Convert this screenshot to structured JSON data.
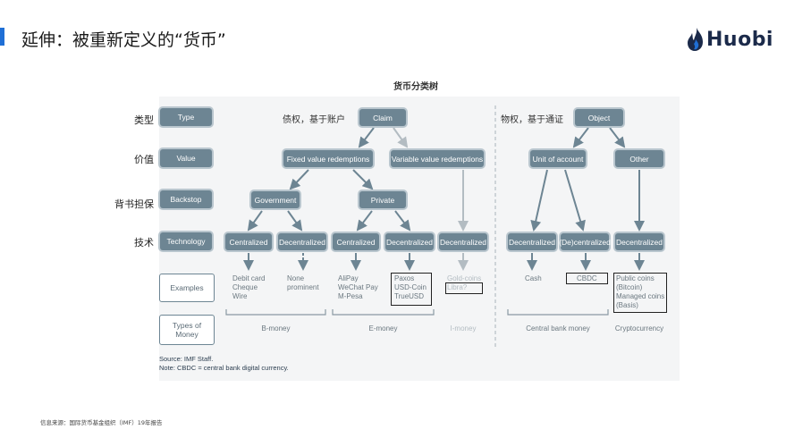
{
  "header": {
    "title": "延伸：被重新定义的“货币”",
    "logo_text": "Huobi"
  },
  "diagram": {
    "title": "货币分类树",
    "row_labels": [
      "类型",
      "价值",
      "背书担保",
      "技术"
    ],
    "annotations": {
      "claim_side": "债权，基于账户",
      "object_side": "物权，基于通证"
    },
    "left_column": {
      "type": "Type",
      "value": "Value",
      "backstop": "Backstop",
      "technology": "Technology",
      "examples": "Examples",
      "types_of_money": "Types of\nMoney"
    },
    "nodes": {
      "claim": "Claim",
      "object": "Object",
      "fixed_value": "Fixed value redemptions",
      "variable_value": "Variable value redemptions",
      "unit_of_account": "Unit of account",
      "other": "Other",
      "government": "Government",
      "private": "Private",
      "tech_1": "Centralized",
      "tech_2": "Decentralized",
      "tech_3": "Centralized",
      "tech_4": "Decentralized",
      "tech_5": "Decentralized",
      "tech_6": "Decentralized",
      "tech_7": "(De)centralized",
      "tech_8": "Decentralized"
    },
    "examples": {
      "ex_1": "Debit card\nCheque\nWire",
      "ex_2": "None\nprominent",
      "ex_3": "AliPay\nWeChat Pay\nM-Pesa",
      "ex_4": "Paxos\nUSD-Coin\nTrueUSD",
      "ex_5": "Gold-coins\nLibra?",
      "ex_6": "Cash",
      "ex_7": "CBDC",
      "ex_8": "Public coins\n(Bitcoin)\nManaged coins\n(Basis)"
    },
    "money_types": {
      "b_money": "B-money",
      "e_money": "E-money",
      "i_money": "I-money",
      "central_bank_money": "Central bank money",
      "cryptocurrency": "Cryptocurrency"
    },
    "source": "Source: IMF Staff.",
    "note": "Note: CBDC = central bank digital currency."
  },
  "footer": {
    "source_text": "信息来源：国际货币基金组织（IMF）19年报告"
  },
  "colors": {
    "accent": "#1f6fd6",
    "node_fill": "#6d8593",
    "logo_blue": "#1f6fd6",
    "logo_dark": "#1b2a4a"
  }
}
